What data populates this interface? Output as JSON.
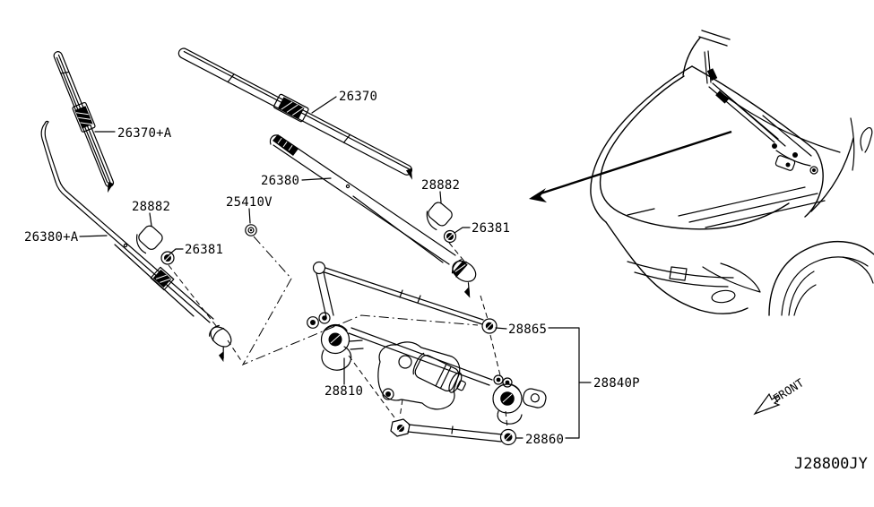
{
  "diagram": {
    "background": "#ffffff",
    "line_color": "#000000",
    "code": "J28800JY",
    "front_label": "FRONT",
    "labels": [
      {
        "text": "26370"
      },
      {
        "text": "26370+A"
      },
      {
        "text": "26380"
      },
      {
        "text": "26380+A"
      },
      {
        "text": "28882"
      },
      {
        "text": "25410V"
      },
      {
        "text": "26381"
      },
      {
        "text": "28882"
      },
      {
        "text": "26381"
      },
      {
        "text": "28865"
      },
      {
        "text": "28840P"
      },
      {
        "text": "28810"
      },
      {
        "text": "28860"
      }
    ]
  }
}
